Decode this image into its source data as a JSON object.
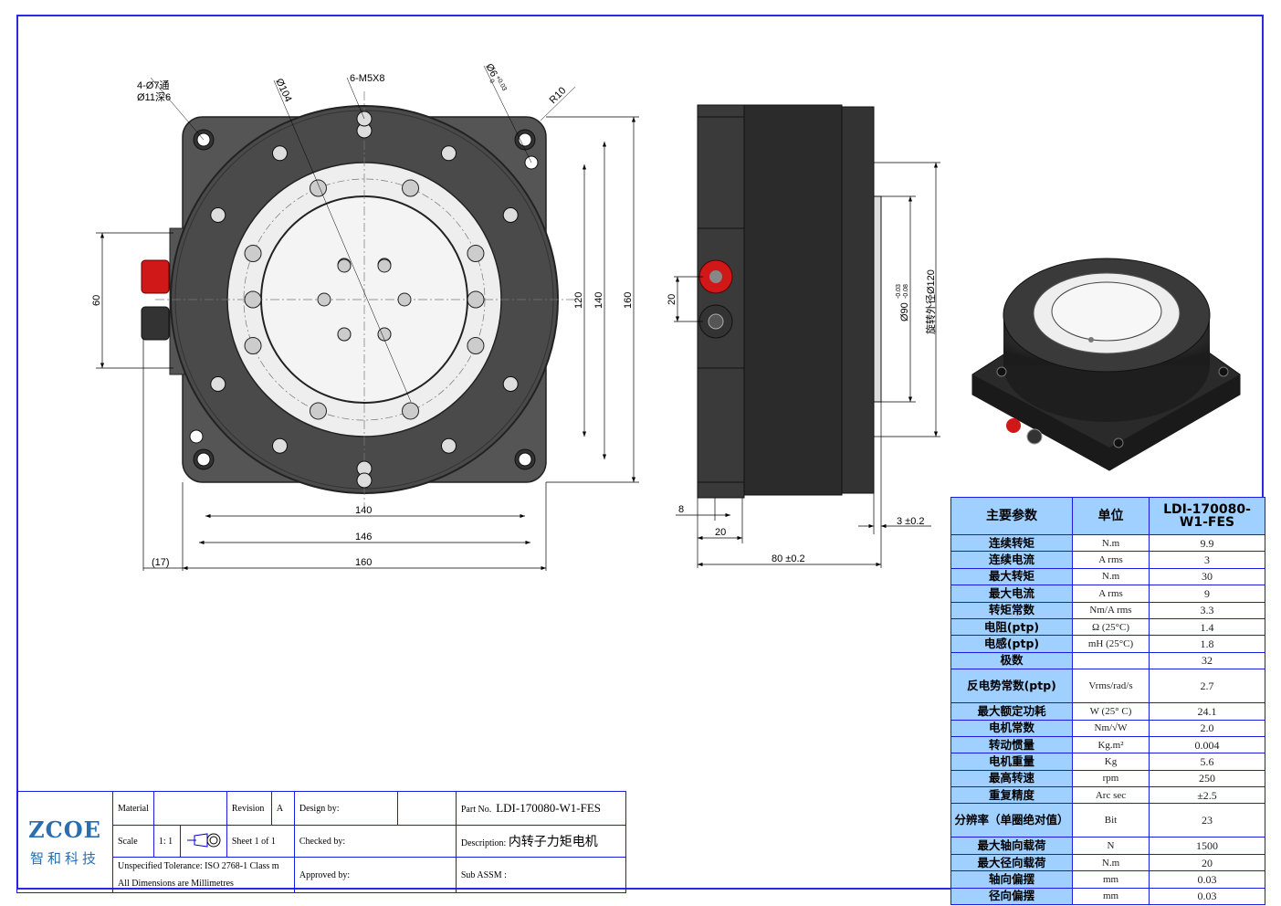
{
  "front_view": {
    "callouts": {
      "holes_1": "4-Ø7通",
      "holes_2": "Ø11深6",
      "pcd": "Ø104",
      "tapped": "6-M5X8",
      "pin": "Ø6",
      "pin_tol_upper": "+0.03",
      "pin_tol_lower": "0",
      "radius": "R10"
    },
    "dims": {
      "w140": "140",
      "w146": "146",
      "w160": "160",
      "offset17": "(17)",
      "h60": "60",
      "h120": "120",
      "h140": "140",
      "h160": "160"
    }
  },
  "side_view": {
    "dims": {
      "d20v": "20",
      "d8": "8",
      "d20": "20",
      "len": "80 ±0.2",
      "gap": "3 ±0.2",
      "dia90": "Ø90",
      "dia90_upper": "-0.03",
      "dia90_lower": "-0.08",
      "rot_dia": "旋转外径Ø120"
    }
  },
  "spec_table": {
    "headers": {
      "param": "主要参数",
      "unit": "单位",
      "model": "LDI-170080-W1-FES"
    },
    "rows": [
      {
        "param": "连续转矩",
        "unit": "N.m",
        "value": "9.9"
      },
      {
        "param": "连续电流",
        "unit": "A rms",
        "value": "3"
      },
      {
        "param": "最大转矩",
        "unit": "N.m",
        "value": "30"
      },
      {
        "param": "最大电流",
        "unit": "A rms",
        "value": "9"
      },
      {
        "param": "转矩常数",
        "unit": "Nm/A rms",
        "value": "3.3"
      },
      {
        "param": "电阻(ptp)",
        "unit": "Ω (25°C)",
        "value": "1.4"
      },
      {
        "param": "电感(ptp)",
        "unit": "mH (25°C)",
        "value": "1.8"
      },
      {
        "param": "极数",
        "unit": "",
        "value": "32"
      },
      {
        "param": "反电势常数(ptp)",
        "unit": "Vrms/rad/s",
        "value": "2.7"
      },
      {
        "param": "最大额定功耗",
        "unit": "W (25° C)",
        "value": "24.1"
      },
      {
        "param": "电机常数",
        "unit": "Nm/√W",
        "value": "2.0"
      },
      {
        "param": "转动惯量",
        "unit": "Kg.m²",
        "value": "0.004"
      },
      {
        "param": "电机重量",
        "unit": "Kg",
        "value": "5.6"
      },
      {
        "param": "最高转速",
        "unit": "rpm",
        "value": "250"
      },
      {
        "param": "重复精度",
        "unit": "Arc sec",
        "value": "±2.5"
      },
      {
        "param": "分辨率（单圈绝对值）",
        "unit": "Bit",
        "value": "23"
      },
      {
        "param": "最大轴向载荷",
        "unit": "N",
        "value": "1500"
      },
      {
        "param": "最大径向载荷",
        "unit": "N.m",
        "value": "20"
      },
      {
        "param": "轴向偏摆",
        "unit": "mm",
        "value": "0.03"
      },
      {
        "param": "径向偏摆",
        "unit": "mm",
        "value": "0.03"
      }
    ]
  },
  "title_block": {
    "logo_text": "ZCOE",
    "logo_cn": "智和科技",
    "material_label": "Material",
    "material_value": "",
    "revision_label": "Revision",
    "revision_value": "A",
    "scale_label": "Scale",
    "scale_value": "1: 1",
    "sheet": "Sheet  1  of  1",
    "tolerance": "Unspecified Tolerance: ISO 2768-1 Class m",
    "units": "All Dimensions  are Millimetres",
    "design_by": "Design by:",
    "checked_by": "Checked by:",
    "approved_by": "Approved by:",
    "part_no_label": "Part No.",
    "part_no": "LDI-170080-W1-FES",
    "description_label": "Description:",
    "description": "内转子力矩电机",
    "sub_assm": "Sub ASSM :"
  }
}
